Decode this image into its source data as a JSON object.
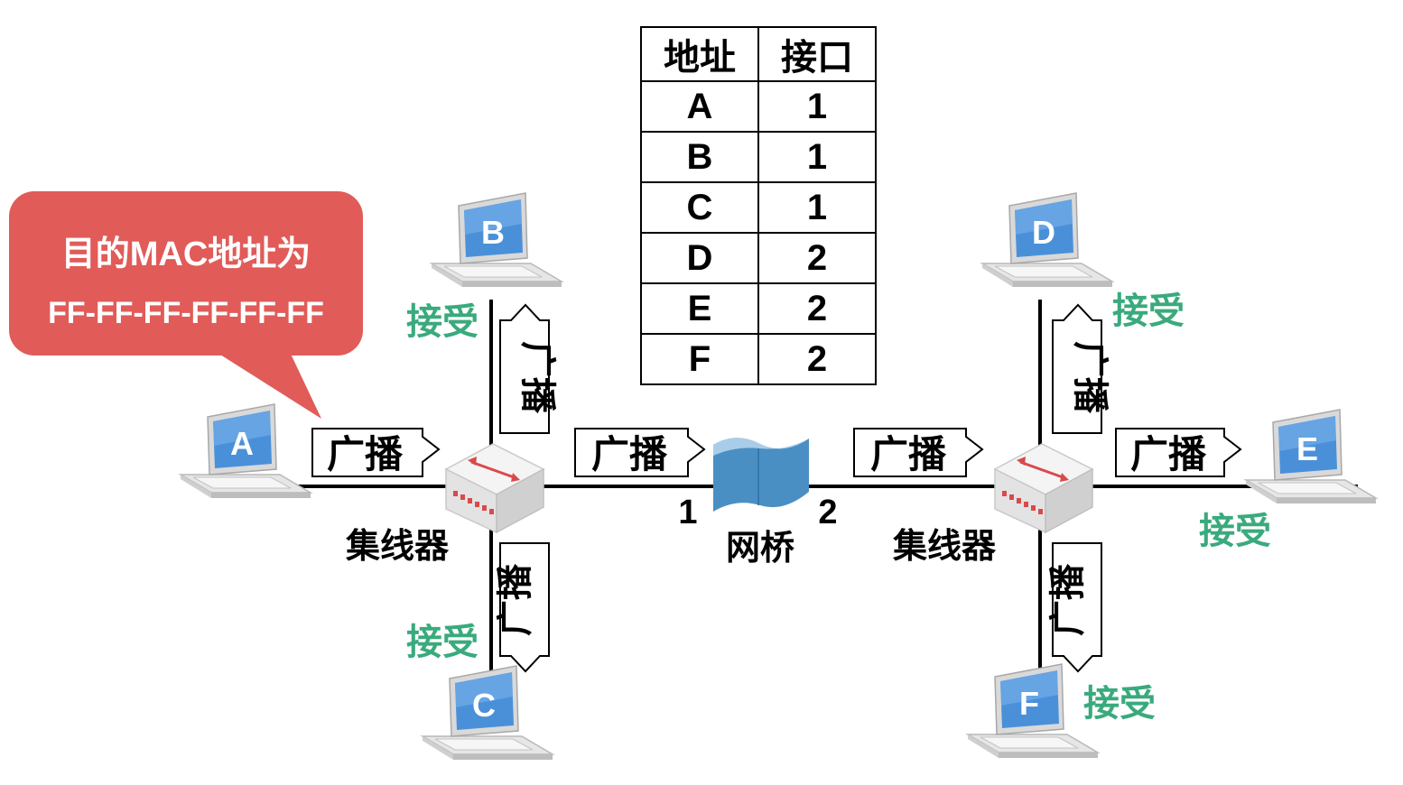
{
  "callout": {
    "line1": "目的MAC地址为",
    "line2": "FF-FF-FF-FF-FF-FF",
    "color": "#e15b58"
  },
  "table": {
    "headers": [
      "地址",
      "接口"
    ],
    "rows": [
      {
        "address": "A",
        "port": "1"
      },
      {
        "address": "B",
        "port": "1"
      },
      {
        "address": "C",
        "port": "1"
      },
      {
        "address": "D",
        "port": "2"
      },
      {
        "address": "E",
        "port": "2"
      },
      {
        "address": "F",
        "port": "2"
      }
    ]
  },
  "devices": {
    "hub_left": "集线器",
    "hub_right": "集线器",
    "bridge": "网桥",
    "bridge_port_1": "1",
    "bridge_port_2": "2"
  },
  "hosts": [
    "A",
    "B",
    "C",
    "D",
    "E",
    "F"
  ],
  "broadcast_label": "广播",
  "accept_label": "接受",
  "colors": {
    "accept": "#3aaa7d",
    "laptop_screen": "#4a90d9",
    "bridge": "#4a8fc4",
    "hub_port": "#d94a4a",
    "line": "#000000"
  }
}
